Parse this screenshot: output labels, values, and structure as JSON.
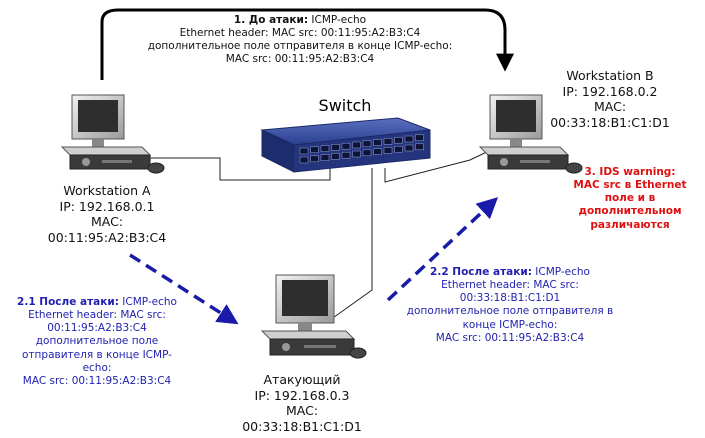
{
  "switch": {
    "label": "Switch"
  },
  "workstation_a": {
    "name": "Workstation A",
    "ip": "IP: 192.168.0.1",
    "mac_label": "MAC:",
    "mac": "00:11:95:A2:B3:C4"
  },
  "workstation_b": {
    "name": "Workstation B",
    "ip": "IP: 192.168.0.2",
    "mac_label": "MAC:",
    "mac": "00:33:18:B1:C1:D1"
  },
  "attacker": {
    "name": "Атакующий",
    "ip": "IP: 192.168.0.3",
    "mac_label": "MAC:",
    "mac": "00:33:18:B1:C1:D1"
  },
  "step1": {
    "title": "1. До атаки:",
    "title_rest": " ICMP-echo",
    "line2": "Ethernet header: MAC src: 00:11:95:A2:B3:C4",
    "line3": "дополнительное поле отправителя в конце ICMP-echo:",
    "line4": "MAC src: 00:11:95:A2:B3:C4"
  },
  "step21": {
    "title": "2.1 После атаки:",
    "title_rest": " ICMP-echo",
    "lines": [
      "Ethernet header: MAC src:",
      "00:11:95:A2:B3:C4",
      "дополнительное поле",
      "отправителя в конце ICMP-",
      "echo:",
      "MAC src: 00:11:95:A2:B3:C4"
    ]
  },
  "step22": {
    "title": "2.2 После атаки:",
    "title_rest": " ICMP-echo",
    "lines": [
      "Ethernet header: MAC src:",
      "00:33:18:B1:C1:D1",
      "дополнительное поле отправителя в",
      "конце ICMP-echo:",
      "MAC src: 00:11:95:A2:B3:C4"
    ]
  },
  "step3": {
    "lines": [
      "3. IDS warning:",
      "MAC src в Ethernet",
      "поле и в",
      "дополнительном",
      "различаются"
    ]
  },
  "colors": {
    "arrow_blue": "#1a1aa8",
    "text_blue": "#1f1fb0",
    "warning_red": "#e01010",
    "switch_body": "#2b3f8f"
  },
  "icons": {
    "workstation": "computer-icon",
    "switch": "network-switch-icon",
    "mouse": "mouse-icon"
  }
}
